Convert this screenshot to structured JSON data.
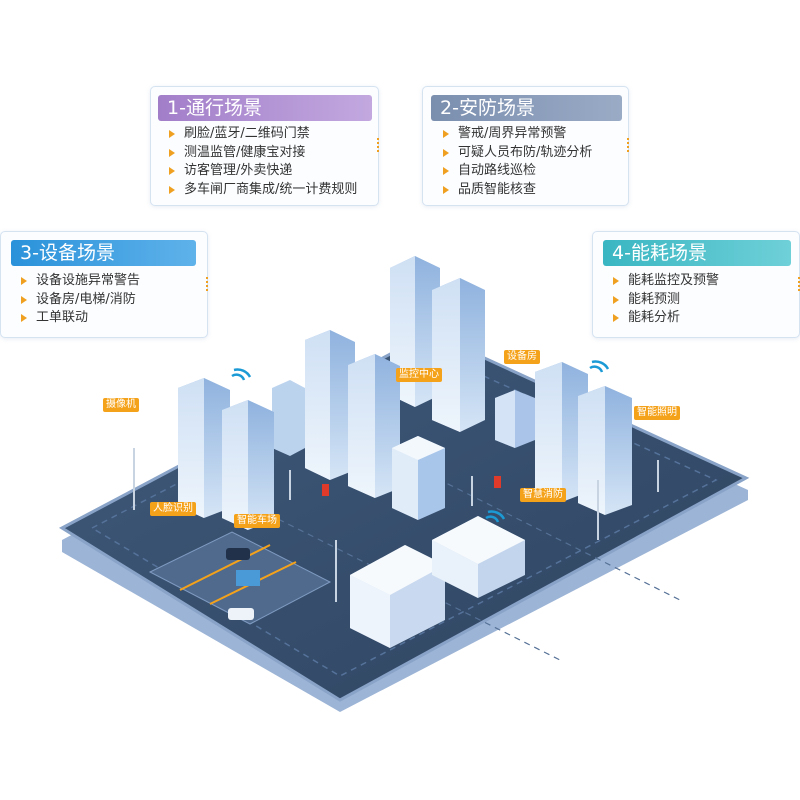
{
  "cards": [
    {
      "title": "1-通行场景",
      "items": [
        "刷脸/蓝牙/二维码门禁",
        "测温监管/健康宝对接",
        "访客管理/外卖快递",
        "多车闸厂商集成/统一计费规则"
      ],
      "header_color": "#a27ec9"
    },
    {
      "title": "2-安防场景",
      "items": [
        "警戒/周界异常预警",
        "可疑人员布防/轨迹分析",
        "自动路线巡检",
        "品质智能核查"
      ],
      "header_color": "#7a8eae"
    },
    {
      "title": "3-设备场景",
      "items": [
        "设备设施异常警告",
        "设备房/电梯/消防",
        "工单联动"
      ],
      "header_color": "#2a92da"
    },
    {
      "title": "4-能耗场景",
      "items": [
        "能耗监控及预警",
        "能耗预测",
        "能耗分析"
      ],
      "header_color": "#39b6c2"
    }
  ],
  "map_labels": {
    "camera": "摄像机",
    "monitor_center": "监控中心",
    "equipment_room": "设备房",
    "smart_lighting": "智能照明",
    "face_recognition": "人脸识别",
    "smart_parking": "智能车场",
    "smart_fire": "智慧消防"
  },
  "colors": {
    "accent": "#f5a21b",
    "platform": "#3e5676",
    "platform_edge": "#7f9bc0"
  }
}
